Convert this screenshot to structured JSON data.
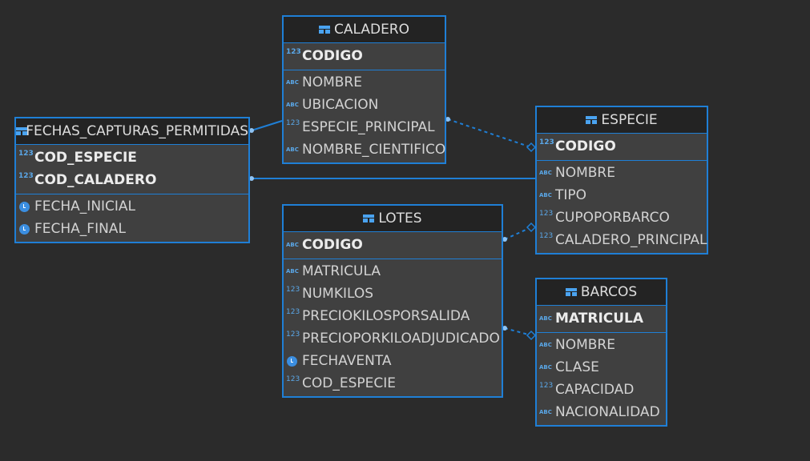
{
  "entities": {
    "caladero": {
      "title": "CALADERO",
      "pk": [
        {
          "type": "123",
          "name": "CODIGO"
        }
      ],
      "attrs": [
        {
          "type": "ABC",
          "name": "NOMBRE"
        },
        {
          "type": "ABC",
          "name": "UBICACION"
        },
        {
          "type": "123",
          "name": "ESPECIE_PRINCIPAL"
        },
        {
          "type": "ABC",
          "name": "NOMBRE_CIENTIFICO"
        }
      ]
    },
    "fechas": {
      "title": "FECHAS_CAPTURAS_PERMITIDAS",
      "pk": [
        {
          "type": "123",
          "name": "COD_ESPECIE"
        },
        {
          "type": "123",
          "name": "COD_CALADERO"
        }
      ],
      "attrs": [
        {
          "type": "date",
          "name": "FECHA_INICIAL"
        },
        {
          "type": "date",
          "name": "FECHA_FINAL"
        }
      ]
    },
    "especie": {
      "title": "ESPECIE",
      "pk": [
        {
          "type": "123",
          "name": "CODIGO"
        }
      ],
      "attrs": [
        {
          "type": "ABC",
          "name": "NOMBRE"
        },
        {
          "type": "ABC",
          "name": "TIPO"
        },
        {
          "type": "123",
          "name": "CUPOPORBARCO"
        },
        {
          "type": "123",
          "name": "CALADERO_PRINCIPAL"
        }
      ]
    },
    "lotes": {
      "title": "LOTES",
      "pk": [
        {
          "type": "ABC",
          "name": "CODIGO"
        }
      ],
      "attrs": [
        {
          "type": "ABC",
          "name": "MATRICULA"
        },
        {
          "type": "123",
          "name": "NUMKILOS"
        },
        {
          "type": "123",
          "name": "PRECIOKILOSPORSALIDA"
        },
        {
          "type": "123",
          "name": "PRECIOPORKILOADJUDICADO"
        },
        {
          "type": "date",
          "name": "FECHAVENTA"
        },
        {
          "type": "123",
          "name": "COD_ESPECIE"
        }
      ]
    },
    "barcos": {
      "title": "BARCOS",
      "pk": [
        {
          "type": "ABC",
          "name": "MATRICULA"
        }
      ],
      "attrs": [
        {
          "type": "ABC",
          "name": "NOMBRE"
        },
        {
          "type": "ABC",
          "name": "CLASE"
        },
        {
          "type": "123",
          "name": "CAPACIDAD"
        },
        {
          "type": "ABC",
          "name": "NACIONALIDAD"
        }
      ]
    }
  },
  "type_icons": {
    "123": "123",
    "ABC": "ABC",
    "date": "clock-icon"
  },
  "colors": {
    "background": "#2b2b2b",
    "entity_border": "#1f7fd6",
    "entity_body": "#404040",
    "entity_header": "#232323",
    "connector": "#1f7fd6"
  },
  "relations": [
    {
      "from": "fechas",
      "to": "caladero",
      "style": "solid"
    },
    {
      "from": "fechas",
      "to": "especie",
      "style": "solid"
    },
    {
      "from": "caladero",
      "to": "especie",
      "style": "dashed"
    },
    {
      "from": "lotes",
      "to": "especie",
      "style": "dashed"
    },
    {
      "from": "lotes",
      "to": "barcos",
      "style": "dashed"
    }
  ]
}
